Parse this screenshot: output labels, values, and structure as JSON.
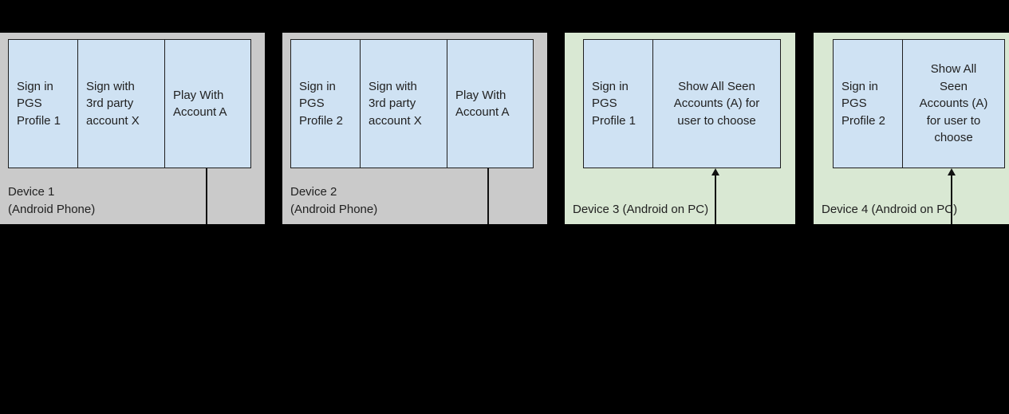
{
  "colors": {
    "background": "#000000",
    "phone_device_fill": "#cacaca",
    "pc_device_fill": "#d9e8d3",
    "step_fill": "#cfe2f3",
    "step_border": "#1f1f1f",
    "text": "#212121",
    "line": "#111111"
  },
  "devices": [
    {
      "label": "Device 1\n(Android Phone)",
      "type": "phone",
      "connector": "line-down",
      "boxes": [
        {
          "text": "Sign in\nPGS\nProfile 1"
        },
        {
          "text": "Sign with\n3rd party\naccount X"
        },
        {
          "text": "Play With\nAccount A"
        }
      ]
    },
    {
      "label": "Device 2\n(Android Phone)",
      "type": "phone",
      "connector": "line-down",
      "boxes": [
        {
          "text": "Sign in\nPGS\nProfile 2"
        },
        {
          "text": "Sign with\n3rd party\naccount X"
        },
        {
          "text": "Play With\nAccount A"
        }
      ]
    },
    {
      "label": "Device 3 (Android on PC)",
      "type": "pc",
      "connector": "arrow-up",
      "boxes": [
        {
          "text": "Sign in\nPGS\nProfile 1"
        },
        {
          "text": "Show All Seen\nAccounts (A) for\nuser to choose"
        }
      ]
    },
    {
      "label": "Device 4 (Android on PC)",
      "type": "pc",
      "connector": "arrow-up",
      "boxes": [
        {
          "text": "Sign in\nPGS\nProfile 2"
        },
        {
          "text": "Show All\nSeen\nAccounts (A)\nfor user to\nchoose"
        }
      ]
    }
  ]
}
